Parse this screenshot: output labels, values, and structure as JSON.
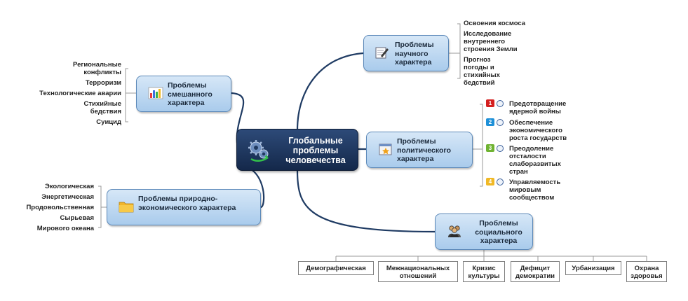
{
  "central": {
    "title": "Глобальные проблемы человечества",
    "icon": "gears-icon"
  },
  "colors": {
    "central": "#1e3a63",
    "topic": "#b9d5f0",
    "line": "#1f3b63"
  },
  "scientific": {
    "title": "Проблемы научного характера",
    "icon": "notepad-pencil-icon",
    "items": [
      "Освоения космоса",
      "Исследование внутреннего строения Земли",
      "Прогноз погоды и стихийных бедствий"
    ]
  },
  "political": {
    "title": "Проблемы политического характера",
    "icon": "window-star-icon",
    "items": [
      {
        "priority": "1",
        "text": "Предотвращение ядерной войны",
        "color": "#d42020"
      },
      {
        "priority": "2",
        "text": "Обеспечение экономического роста государств",
        "color": "#1e90d8"
      },
      {
        "priority": "3",
        "text": "Преодоление отсталости слаборазвитых стран",
        "color": "#6fb332"
      },
      {
        "priority": "4",
        "text": "Управляемость мировым сообществом",
        "color": "#f0b825"
      }
    ]
  },
  "social": {
    "title": "Проблемы социального характера",
    "icon": "people-icon",
    "items": [
      "Демографическая",
      "Межнациональных отношений",
      "Кризис культуры",
      "Дефицит демократии",
      "Урбанизация",
      "Охрана здоровья"
    ]
  },
  "mixed": {
    "title": "Проблемы смешанного характера",
    "icon": "bar-chart-icon",
    "items": [
      "Региональные конфликты",
      "Терроризм",
      "Технологические аварии",
      "Стихийные бедствия",
      "Суицид"
    ]
  },
  "natural": {
    "title": "Проблемы природно-экономического характера",
    "icon": "folder-icon",
    "items": [
      "Экологическая",
      "Энергетическая",
      "Продовольственная",
      "Сырьевая",
      "Мирового океана"
    ]
  }
}
